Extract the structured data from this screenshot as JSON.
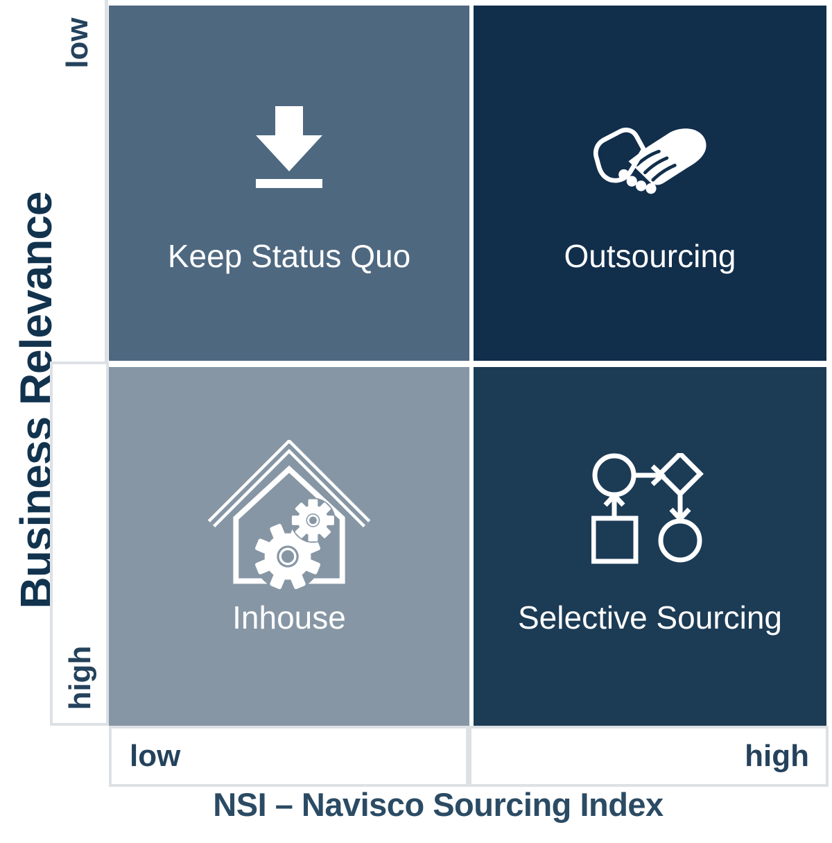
{
  "figure": {
    "quadrants": {
      "top_left": {
        "label": "Keep Status Quo",
        "icon": "download-arrow",
        "color": "#4E6880"
      },
      "top_right": {
        "label": "Outsourcing",
        "icon": "handshake",
        "color": "#112E4B"
      },
      "bottom_left": {
        "label": "Inhouse",
        "icon": "house-with-gears",
        "color": "#8696A4"
      },
      "bottom_right": {
        "label": "Selective Sourcing",
        "icon": "process-flowchart",
        "color": "#1C3B55"
      }
    },
    "y_axis": {
      "label": "Business Relevance",
      "top_tick": "low",
      "bottom_tick": "high"
    },
    "x_axis": {
      "title": "NSI – Navisco Sourcing Index",
      "left_tick": "low",
      "right_tick": "high"
    },
    "text_colors": {
      "axis_label": "#12334E",
      "tick": "#24425C",
      "title": "#2B4B64",
      "quadrant_label": "#FFFFFF"
    },
    "divider_color": "#DDE1E5"
  }
}
